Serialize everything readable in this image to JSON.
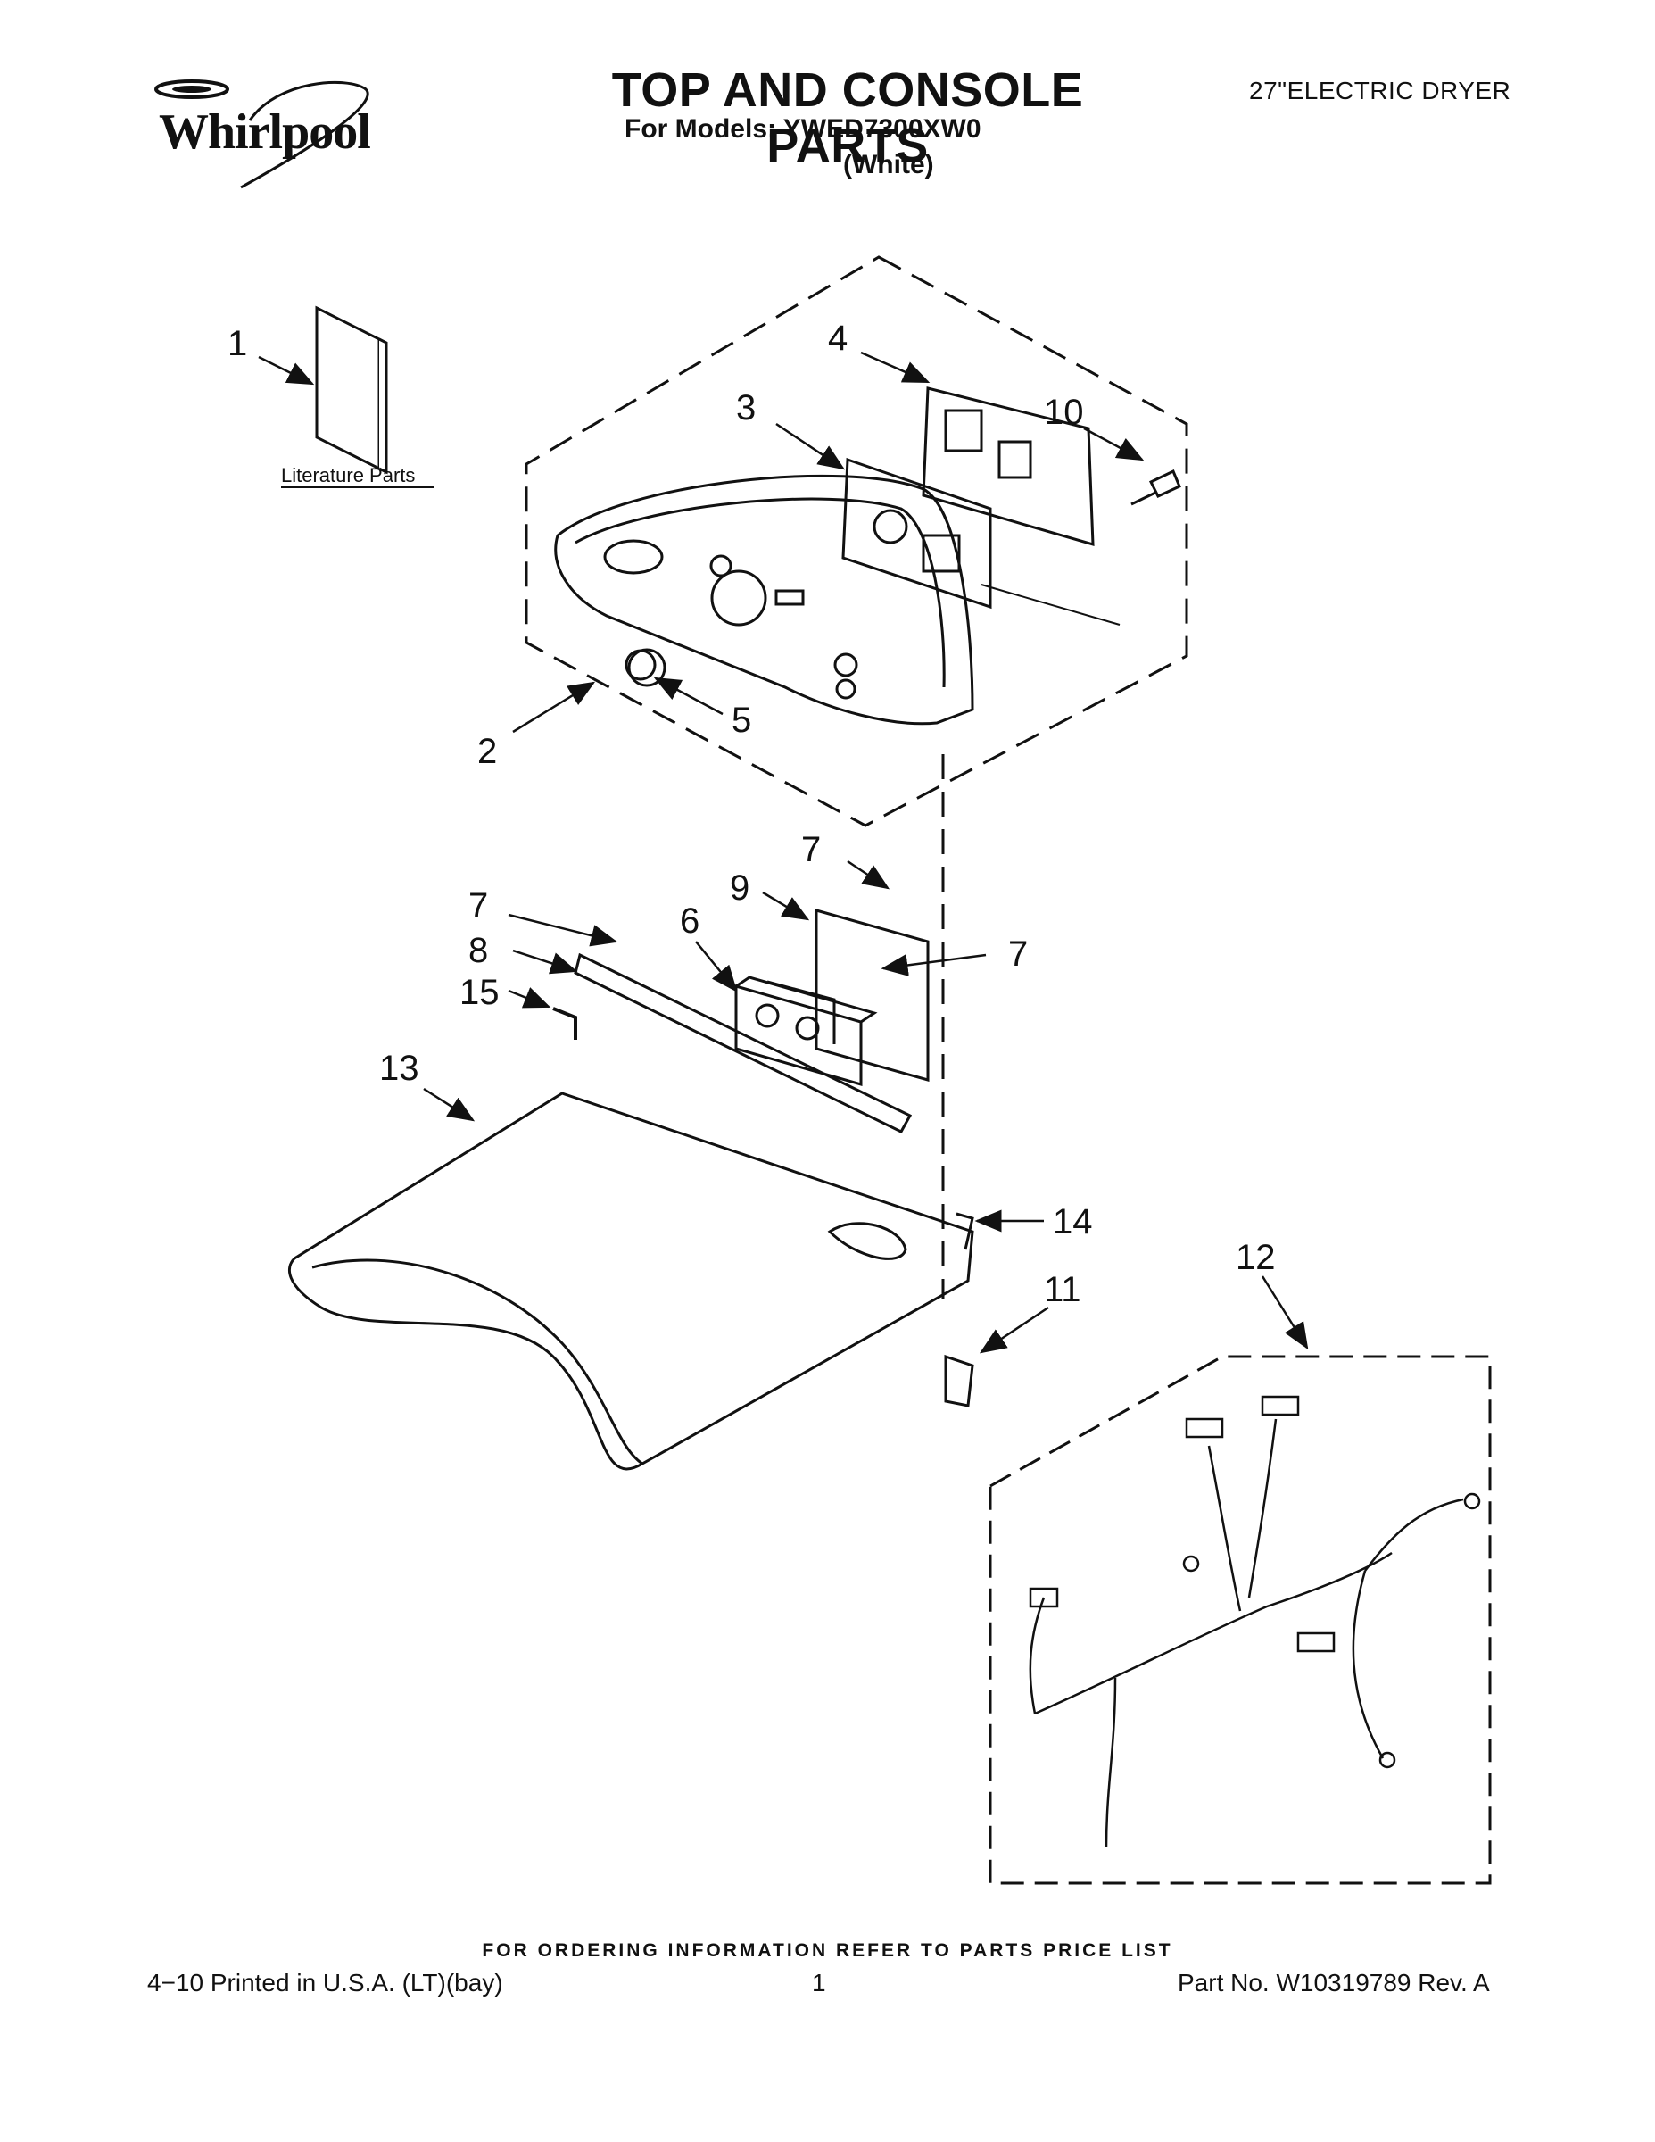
{
  "header": {
    "brand": "Whirlpool",
    "title": "TOP AND CONSOLE PARTS",
    "subtitle": "For Models: YWED7300XW0",
    "variant": "(White)",
    "product_type": "27\"ELECTRIC DRYER"
  },
  "diagram": {
    "callouts": [
      "1",
      "2",
      "3",
      "4",
      "5",
      "6",
      "7",
      "7",
      "7",
      "8",
      "9",
      "10",
      "11",
      "12",
      "13",
      "14",
      "15"
    ],
    "literature_label": "Literature Parts"
  },
  "footer": {
    "ordering_note": "FOR ORDERING INFORMATION REFER TO PARTS PRICE LIST",
    "print_info": "4−10 Printed in U.S.A. (LT)(bay)",
    "page_number": "1",
    "part_number": "Part No. W10319789 Rev. A"
  }
}
